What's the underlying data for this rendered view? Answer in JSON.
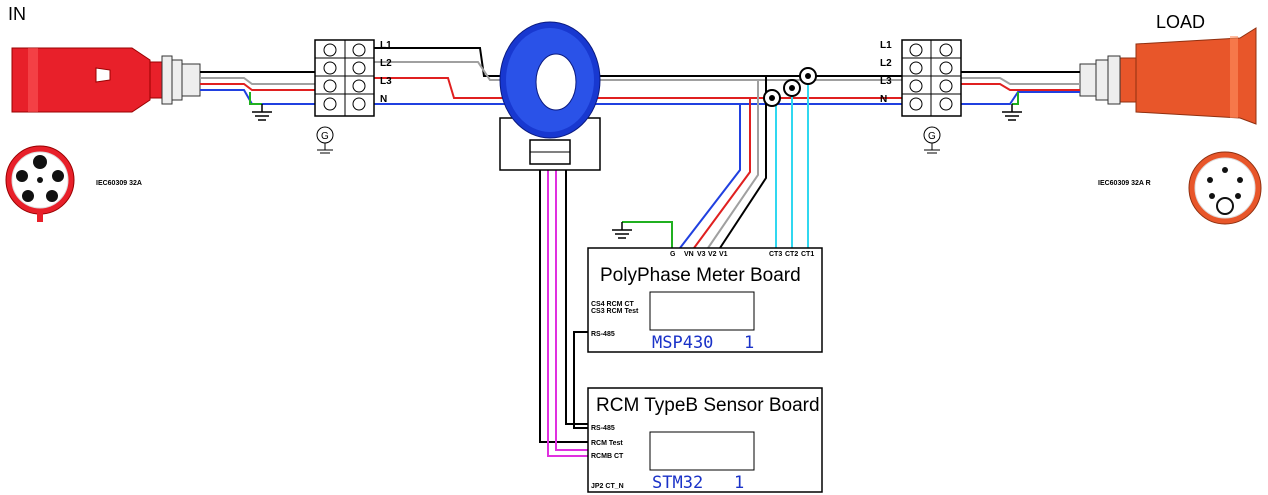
{
  "labels": {
    "in": "IN",
    "load": "LOAD",
    "connector_in": "IEC60309 32A",
    "connector_out": "IEC60309 32A R"
  },
  "terminals": [
    "L1",
    "L2",
    "L3",
    "N"
  ],
  "ground_symbol": "G",
  "meter_board": {
    "title": "PolyPhase Meter Board",
    "chip": "MSP430",
    "chip_index": "1",
    "pins_top": [
      "G",
      "VN",
      "V3",
      "V2",
      "V1",
      "CT3",
      "CT2",
      "CT1"
    ],
    "pins_left": [
      "CS4 RCM CT",
      "CS3 RCM Test",
      "RS-485"
    ]
  },
  "rcm_board": {
    "title": "RCM TypeB Sensor Board",
    "chip": "STM32",
    "chip_index": "1",
    "pins_left": [
      "RS-485",
      "RCM Test",
      "RCMB CT",
      "JP2 CT_N"
    ]
  },
  "colors": {
    "plug": "#e8202a",
    "plug_out": "#e8562a",
    "L1": "#000000",
    "L2": "#a0a0a0",
    "L3": "#e02020",
    "N": "#2040e0",
    "earth": "#20b020",
    "ct": "#30d8f0",
    "rcm_test": "#e030e0",
    "toroid": "#1838d0"
  }
}
